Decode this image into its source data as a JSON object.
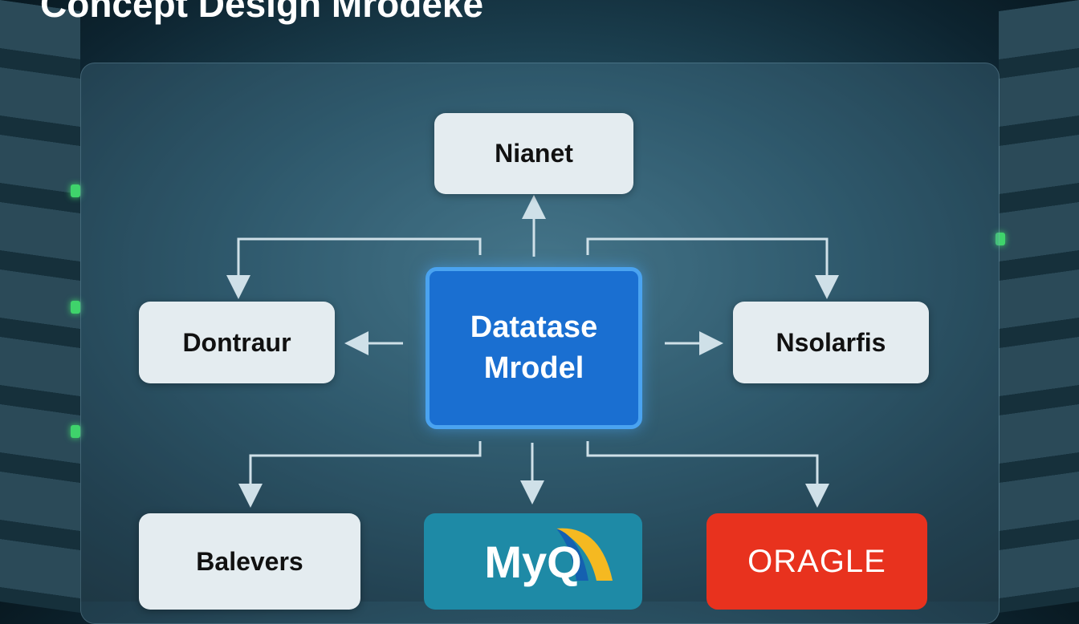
{
  "title": "Concept Design Mrodeke",
  "nodes": {
    "top": "Nianet",
    "left": "Dontraur",
    "center_line1": "Datatase",
    "center_line2": "Mrodel",
    "right": "Nsolarfis",
    "bottom_left": "Balevers",
    "bottom_middle": "MyQ",
    "bottom_right": "ORAGLE"
  },
  "colors": {
    "center": "#1a6fd1",
    "mysql": "#1e8aa6",
    "oracle": "#e8321e"
  }
}
